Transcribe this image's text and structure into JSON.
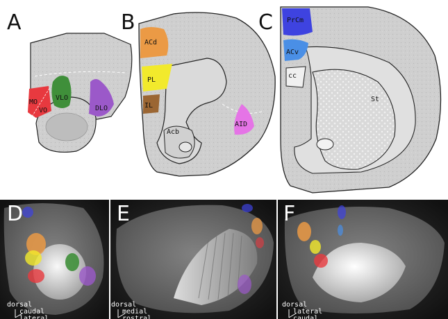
{
  "panels": {
    "A": {
      "letter": "A",
      "regions": {
        "mo": "MO",
        "vo": "VO",
        "vlo": "VLO",
        "dlo": "DLO"
      },
      "colors": {
        "mo": "#e8393f",
        "vlo": "#3f8f3a",
        "dlo": "#9b59c9"
      }
    },
    "B": {
      "letter": "B",
      "regions": {
        "acd": "ACd",
        "pl": "PL",
        "il": "IL",
        "acb": "Acb",
        "aid": "AID"
      },
      "colors": {
        "acd": "#eb9a45",
        "pl": "#f2ea2c",
        "il": "#9b6633",
        "aid": "#e574e6"
      }
    },
    "C": {
      "letter": "C",
      "regions": {
        "prcm": "PrCm",
        "acv": "ACv",
        "cc": "cc",
        "st": "St"
      },
      "colors": {
        "prcm": "#3e43e0",
        "acv": "#4a8fe6"
      }
    },
    "D": {
      "letter": "D",
      "axis": {
        "a": "dorsal",
        "b": "caudal",
        "c": "lateral"
      }
    },
    "E": {
      "letter": "E",
      "axis": {
        "a": "dorsal",
        "b": "medial",
        "c": "rostral"
      }
    },
    "F": {
      "letter": "F",
      "axis": {
        "a": "dorsal",
        "b": "lateral",
        "c": "caudal"
      }
    }
  }
}
